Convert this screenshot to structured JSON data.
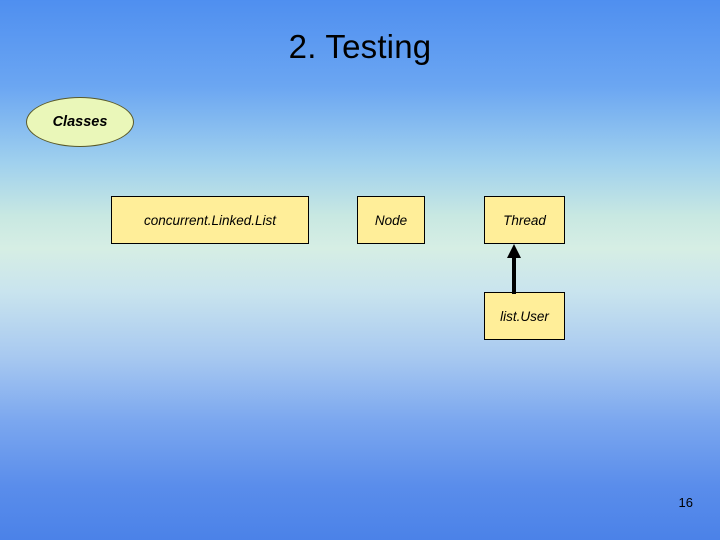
{
  "slide": {
    "title": "2. Testing",
    "page_number": "16",
    "legend": {
      "label": "Classes"
    },
    "boxes": [
      {
        "id": "concurrent-linked-list",
        "label": "concurrent.Linked.List"
      },
      {
        "id": "node",
        "label": "Node"
      },
      {
        "id": "thread",
        "label": "Thread"
      },
      {
        "id": "list-user",
        "label": "list.User"
      }
    ],
    "connectors": [
      {
        "from": "list-user",
        "to": "thread",
        "style": "arrow-up"
      }
    ],
    "colors": {
      "box_fill": "#ffee99",
      "box_border": "#000000",
      "ellipse_fill": "#eaf7b9",
      "background_top": "#4f8ff0",
      "background_mid": "#d6eee4",
      "background_bottom": "#4b82e8"
    }
  }
}
